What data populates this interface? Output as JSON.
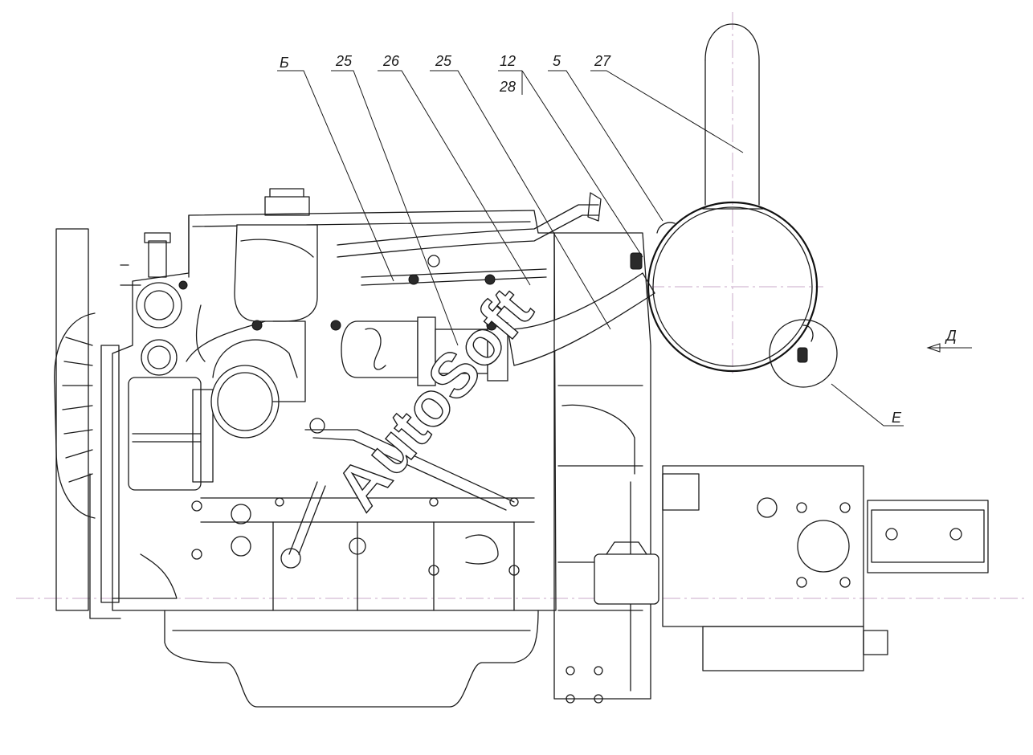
{
  "callouts": {
    "b": "Б",
    "p25a": "25",
    "p26": "26",
    "p25b": "25",
    "p12": "12",
    "p28": "28",
    "p5": "5",
    "p27": "27",
    "e": "Е",
    "d": "Д"
  },
  "watermark": "AutoSoft"
}
